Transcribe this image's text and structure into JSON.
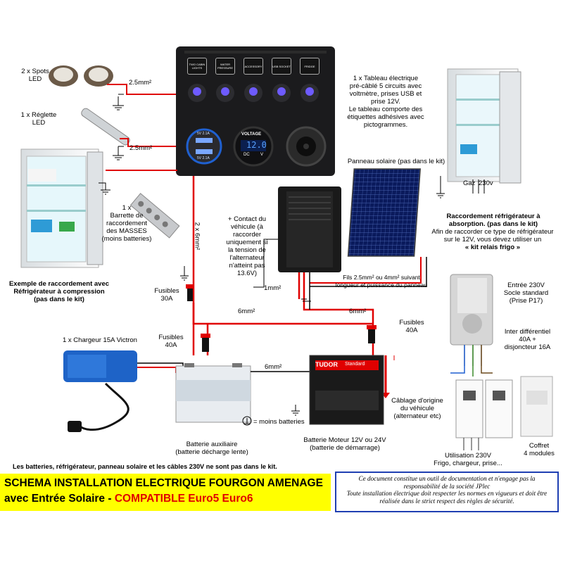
{
  "colors": {
    "banner": "#ffff00",
    "accent_red": "#e00000",
    "border_blue": "#1f3fb2",
    "wire_red": "#e00000",
    "wire_black": "#000000"
  },
  "panel": {
    "switch_labels": [
      "TWO CABIN LIGHTS",
      "WATER PRESSURE",
      "ACCESSORY",
      "USB SOCKET",
      "FRIDGE"
    ],
    "usb_text": "5V 2.1A",
    "usb_text2": "5V 2.1A",
    "voltage_label": "VOLTAGE",
    "voltage_value": "12.0",
    "dc_label": "DC",
    "v_label": "V"
  },
  "labels": {
    "spots": "2 x Spots\nLED",
    "reglette": "1 x Réglette\nLED",
    "w25a": "2.5mm²",
    "w25b": "2.5mm²",
    "panel_desc": "1 x Tableau électrique\npré-câblé 5 circuits avec\nvoltmètre, prises USB et\nprise 12V.\nLe tableau comporte des\nétiquettes adhésives avec\npictogrammes.",
    "solar": "Panneau solaire (pas dans le kit)",
    "abs_title": "Raccordement réfrigérateur à\nabsorption. (pas dans le kit)",
    "abs_desc": "Afin de raccorder ce type de réfrigérateur\nsur le 12V, vous devez utiliser un",
    "abs_relais": "« kit relais frigo »",
    "gaz": "Gaz",
    "v230": "230v",
    "barrette": "1 x\nBarrette de\nraccordement\ndes MASSES\n(moins batteries)",
    "w6v": "2 x 6mm²",
    "contact": "+ Contact du\nvéhicule (à\nraccorder\nuniquement si\nla tension de\nl'alternateur\nn'atteint pas\n13.6V)",
    "w1": "1mm²",
    "solar_wire": "Fils 2.5mm² ou 4mm² suivant\nlongueur et puissance du panneau",
    "compr_title": "Exemple de raccordement avec\nRéfrigérateur à compression",
    "compr_sub": "(pas dans le kit)",
    "fus30": "Fusibles\n30A",
    "w6a": "6mm²",
    "w6b": "6mm²",
    "fus40r": "Fusibles\n40A",
    "fus40l": "Fusibles\n40A",
    "charger": "1 x Chargeur 15A Victron",
    "w6c": "6mm²",
    "entree": "Entrée 230V\nSocle standard\n(Prise P17)",
    "inter": "Inter différentiel\n40A +\ndisjoncteur 16A",
    "cablage": "Câblage d'origine\ndu véhicule\n(alternateur etc)",
    "moins": "= moins batteries",
    "batt_aux": "Batterie auxiliaire\n(batterie décharge lente)",
    "batt_mot": "Batterie Moteur 12V ou 24V\n(batterie de démarrage)",
    "util": "Utilisation 230V\nFrigo, chargeur, prise...",
    "coffret": "Coffret\n4 modules",
    "footnote": "Les batteries, réfrigérateur, panneau solaire et les câbles 230V ne sont pas dans le kit.",
    "tudor": "TUDOR",
    "standard": "Standard"
  },
  "banner": {
    "line1": "SCHEMA INSTALLATION ELECTRIQUE FOURGON AMENAGE",
    "line2_a": "avec Entrée Solaire - ",
    "line2_b": "COMPATIBLE Euro5 Euro6"
  },
  "disclaimer": {
    "l1": "Ce document constitue un outil de documentation et n'engage pas la",
    "l2": "responsabilité de la société JPlec",
    "l3": "Toute installation électrique doit respecter les normes en vigueurs et doit être",
    "l4": "réalisée dans le strict respect des règles de sécurité."
  }
}
